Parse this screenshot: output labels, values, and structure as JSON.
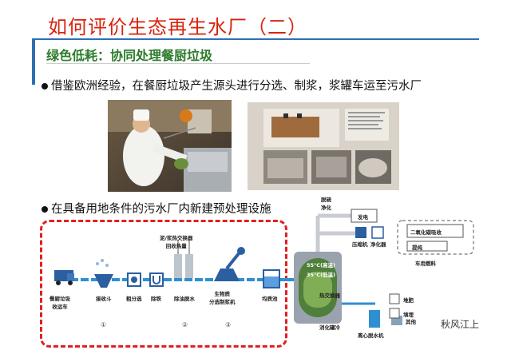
{
  "slide": {
    "title": "如何评价生态再生水厂（二）",
    "subtitle": "绿色低耗：协同处理餐厨垃圾",
    "bullet1": "借鉴欧洲经验，在餐厨垃圾产生源头进行分选、制浆，浆罐车运至污水厂",
    "bullet2": "在具备用地条件的污水厂内新建预处理设施"
  },
  "diagram": {
    "labels": {
      "truck": "餐厨垃圾\n收运车",
      "hopper": "接收斗",
      "screen": "粗分选",
      "iron": "除铁",
      "heat_exchanger": "泥/浆热交换器\n回收热量",
      "oil": "除油脱水",
      "separator": "生物质\n分选制浆机",
      "tank": "均质池",
      "heat_exchanger2": "热交换器",
      "digester": "消化罐冷",
      "centrifuge": "离心脱水机",
      "desulfur": "脱硫\n净化",
      "power": "发电",
      "compressor": "压缩机",
      "purifier": "净化器",
      "co2": "二氧化碳吸收",
      "gas": "提纯",
      "fuel": "车用燃料",
      "land": "堆肥",
      "landfill": "填埋",
      "other": "其他",
      "temp_high": "55°C(高温)",
      "temp_mid": "35°C(低温)"
    },
    "step_numbers": [
      "①",
      "②",
      "③"
    ]
  },
  "watermark": "秋风江上"
}
